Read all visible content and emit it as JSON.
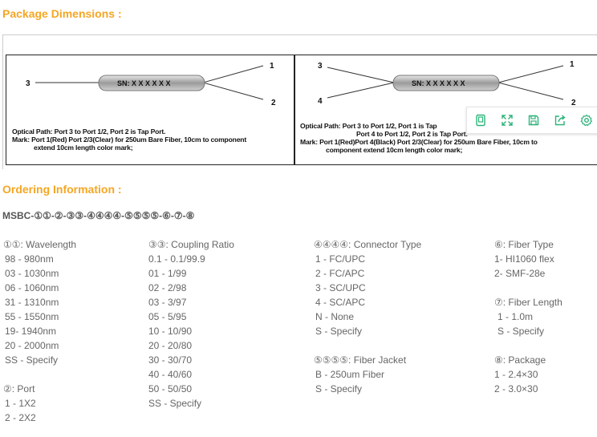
{
  "package_title": "Package Dimensions :",
  "ordering_title": "Ordering Information :",
  "diagram1": {
    "port_in": "3",
    "port_out1": "1",
    "port_out2": "2",
    "sn": "SN: X X X X X X",
    "line1": "Optical Path: Port  3 to Port 1/2, Port 2 is Tap Port.",
    "line2": "Mark: Port 1(Red) Port 2/3(Clear) for 250um Bare Fiber, 10cm to component",
    "line3": "extend 10cm length color mark;"
  },
  "diagram2": {
    "port_in1": "3",
    "port_in2": "4",
    "port_out1": "1",
    "port_out2": "2",
    "sn": "SN: X X X X X X",
    "line1": "Optical Path: Port 3 to Port 1/2, Port 1 is Tap",
    "line2": "Port 4 to Port 1/2, Port 2 is Tap Port.",
    "line3": "Mark: Port 1(Red)Port 4(Black) Port 2/3(Clear) for 250um Bare Fiber, 10cm to",
    "line4": "component extend 10cm length color mark;"
  },
  "toolbar": [
    "tablet-icon",
    "expand-icon",
    "save-icon",
    "share-icon",
    "settings-icon"
  ],
  "model": "MSBC-①①-②-③③-④④④④-⑤⑤⑤⑤-⑥-⑦-⑧",
  "col1": {
    "wavelength_head": "①①: Wavelength",
    "wavelength": [
      "98 - 980nm",
      "03 - 1030nm",
      "06 - 1060nm",
      "31 - 1310nm",
      "55 - 1550nm",
      "19- 1940nm",
      "20 - 2000nm",
      "SS - Specify"
    ],
    "port_head": "②: Port",
    "port": [
      "1 - 1X2",
      "2 - 2X2"
    ]
  },
  "col2": {
    "ratio_head": "③③: Coupling Ratio",
    "ratio": [
      "0.1 - 0.1/99.9",
      "01 - 1/99",
      "02 - 2/98",
      "03 - 3/97",
      "05 - 5/95",
      "10 - 10/90",
      "20 - 20/80",
      "30 - 30/70",
      "40 - 40/60",
      "50 - 50/50",
      "SS - Specify"
    ]
  },
  "col3": {
    "connector_head": "④④④④: Connector Type",
    "connector": [
      "1 - FC/UPC",
      "2 - FC/APC",
      "3 - SC/UPC",
      "4 - SC/APC",
      "N - None",
      "S - Specify"
    ],
    "jacket_head": "⑤⑤⑤⑤: Fiber Jacket",
    "jacket": [
      "B - 250um Fiber",
      "S - Specify"
    ]
  },
  "col4": {
    "fiber_head": "⑥: Fiber Type",
    "fiber": [
      "1- HI1060 flex",
      "2- SMF-28e"
    ],
    "length_head": "⑦: Fiber Length",
    "length": [
      "1 - 1.0m",
      "S - Specify"
    ],
    "package_head": "⑧: Package",
    "package": [
      "1 - 2.4×30",
      "2 - 3.0×30"
    ]
  }
}
